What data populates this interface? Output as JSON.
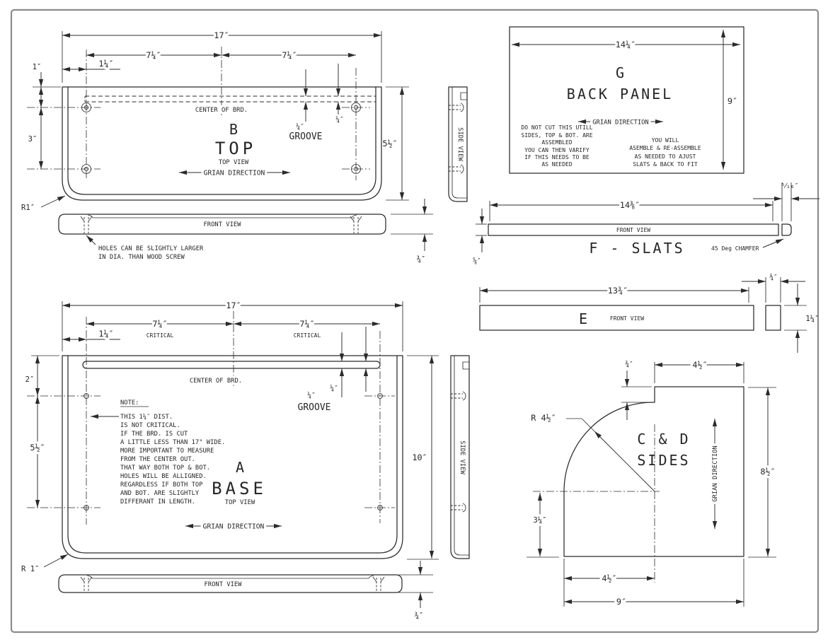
{
  "part_b": {
    "letter": "B",
    "name": "TOP",
    "view": "TOP VIEW",
    "front_view": "FRONT VIEW",
    "side_view": "SIDE VIEW",
    "center_label": "CENTER OF BRD.",
    "grain": "GRIAN DIRECTION",
    "dim_width": "17″",
    "dim_left_half": "7¼″",
    "dim_right_half": "7¼″",
    "dim_edge_offset": "1¼″",
    "dim_top_to_hole": "1″",
    "dim_hole_spacing": "3″",
    "dim_height": "5½″",
    "dim_thickness": "¾″",
    "groove_dim1": "¼″",
    "groove_dim2": "¼″",
    "groove_label": "GROOVE",
    "radius": "R1″",
    "holes_note_line1": "HOLES CAN BE SLIGHTLY LARGER",
    "holes_note_line2": "IN DIA. THAN WOOD SCREW"
  },
  "panel_g": {
    "letter": "G",
    "name": "BACK PANEL",
    "grain": "GRIAN DIRECTION",
    "dim_width": "14¼″",
    "dim_height": "9″",
    "note_left": [
      "DO NOT CUT THIS UTILL",
      "SIDES, TOP & BOT. ARE",
      "ASSEMBLED",
      "YOU CAN THEN VARIFY",
      "IF THIS NEEDS TO BE",
      "AS NEEDED"
    ],
    "note_right": [
      "YOU WILL",
      "ASEMBLE & RE-ASSEMBLE",
      "AS NEEDED TO AJUST",
      "SLATS & BACK TO FIT"
    ]
  },
  "slats_f": {
    "name": "F - SLATS",
    "view": "FRONT VIEW",
    "dim_length": "14⅜″",
    "dim_chamfer_width": "⁵⁄₁₆″",
    "dim_thickness": "⅝″",
    "chamfer_note": "45 Deg CHAMFER"
  },
  "part_e": {
    "letter": "E",
    "view": "FRONT VIEW",
    "dim_length": "13¾″",
    "dim_end_width": "¾″",
    "dim_height": "1¼″"
  },
  "sides_cd": {
    "letter": "C & D",
    "name": "SIDES",
    "grain": "GRIAN DIRECTION",
    "dim_step": "¾″",
    "dim_top": "4½″",
    "radius": "R 4½″",
    "dim_height": "8½″",
    "dim_bottom_left": "3¼″",
    "dim_bottom_half": "4½″",
    "dim_width": "9″"
  },
  "part_a": {
    "letter": "A",
    "name": "BASE",
    "view": "TOP VIEW",
    "front_view": "FRONT VIEW",
    "side_view": "SIDE VIEW",
    "center_label": "CENTER OF BRD.",
    "grain": "GRIAN DIRECTION",
    "dim_width": "17″",
    "dim_left_half": "7¼″",
    "dim_right_half": "7¼″",
    "critical": "CRITICAL",
    "dim_edge_offset": "1¼″",
    "dim_top_to_hole": "2″",
    "dim_hole_spacing": "5½″",
    "dim_height": "10″",
    "dim_thickness": "¾″",
    "groove_dim1": "¼″",
    "groove_dim2": "¼″",
    "groove_label": "GROOVE",
    "radius": "R 1″",
    "note_title": "NOTE:",
    "note_lines": [
      "THIS 1¼″ DIST.",
      "IS NOT CRITICAL.",
      "IF THE BRD. IS CUT",
      "A LITTLE LESS THAN 17\" WIDE.",
      "MORE IMPORTANT TO MEASURE",
      "FROM THE CENTER OUT.",
      "THAT WAY BOTH TOP & BOT.",
      "HOLES WILL BE ALLIGNED.",
      "REGARDLESS IF BOTH TOP",
      "AND BOT. ARE SLIGHTLY",
      "DIFFERANT IN LENGTH."
    ]
  }
}
